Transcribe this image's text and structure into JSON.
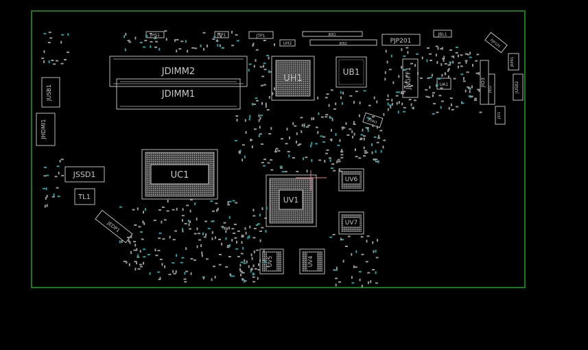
{
  "board": {
    "outline_color": "#1a7a1a",
    "silk_color": "#c8c8c8",
    "via_color": "#2aa0a0",
    "background": "#000000"
  },
  "labels": {
    "jdimm2": "JDIMM2",
    "jdimm1": "JDIMM1",
    "jhs1": "JHS1",
    "jfp1": "JFP1",
    "jtp1": "JTP1",
    "uh2": "UH2",
    "jkb1": "JKB1",
    "jkb2": "JKB2",
    "pjp201": "PJP201",
    "jbl1": "JBL1",
    "pjp101": "PJP101",
    "jrpr1": "JRPR1",
    "uh1": "UH1",
    "ub1": "UB1",
    "jngff1": "JNGFF1",
    "ua1": "UA1",
    "jio3": "JIO3",
    "jio2": "JIO2",
    "jusb2": "JUSB2",
    "jio1": "JIO1",
    "jusb1": "JUSB1",
    "jhdmi1": "JHDMI1",
    "jfan1": "JFAN1",
    "uc1": "UC1",
    "jssd1": "JSSD1",
    "tl1": "TL1",
    "jedp1": "JEDP1",
    "uv1": "UV1",
    "uv6": "UV6",
    "uv7": "UV7",
    "uv5": "UV5",
    "uv4": "UV4"
  }
}
